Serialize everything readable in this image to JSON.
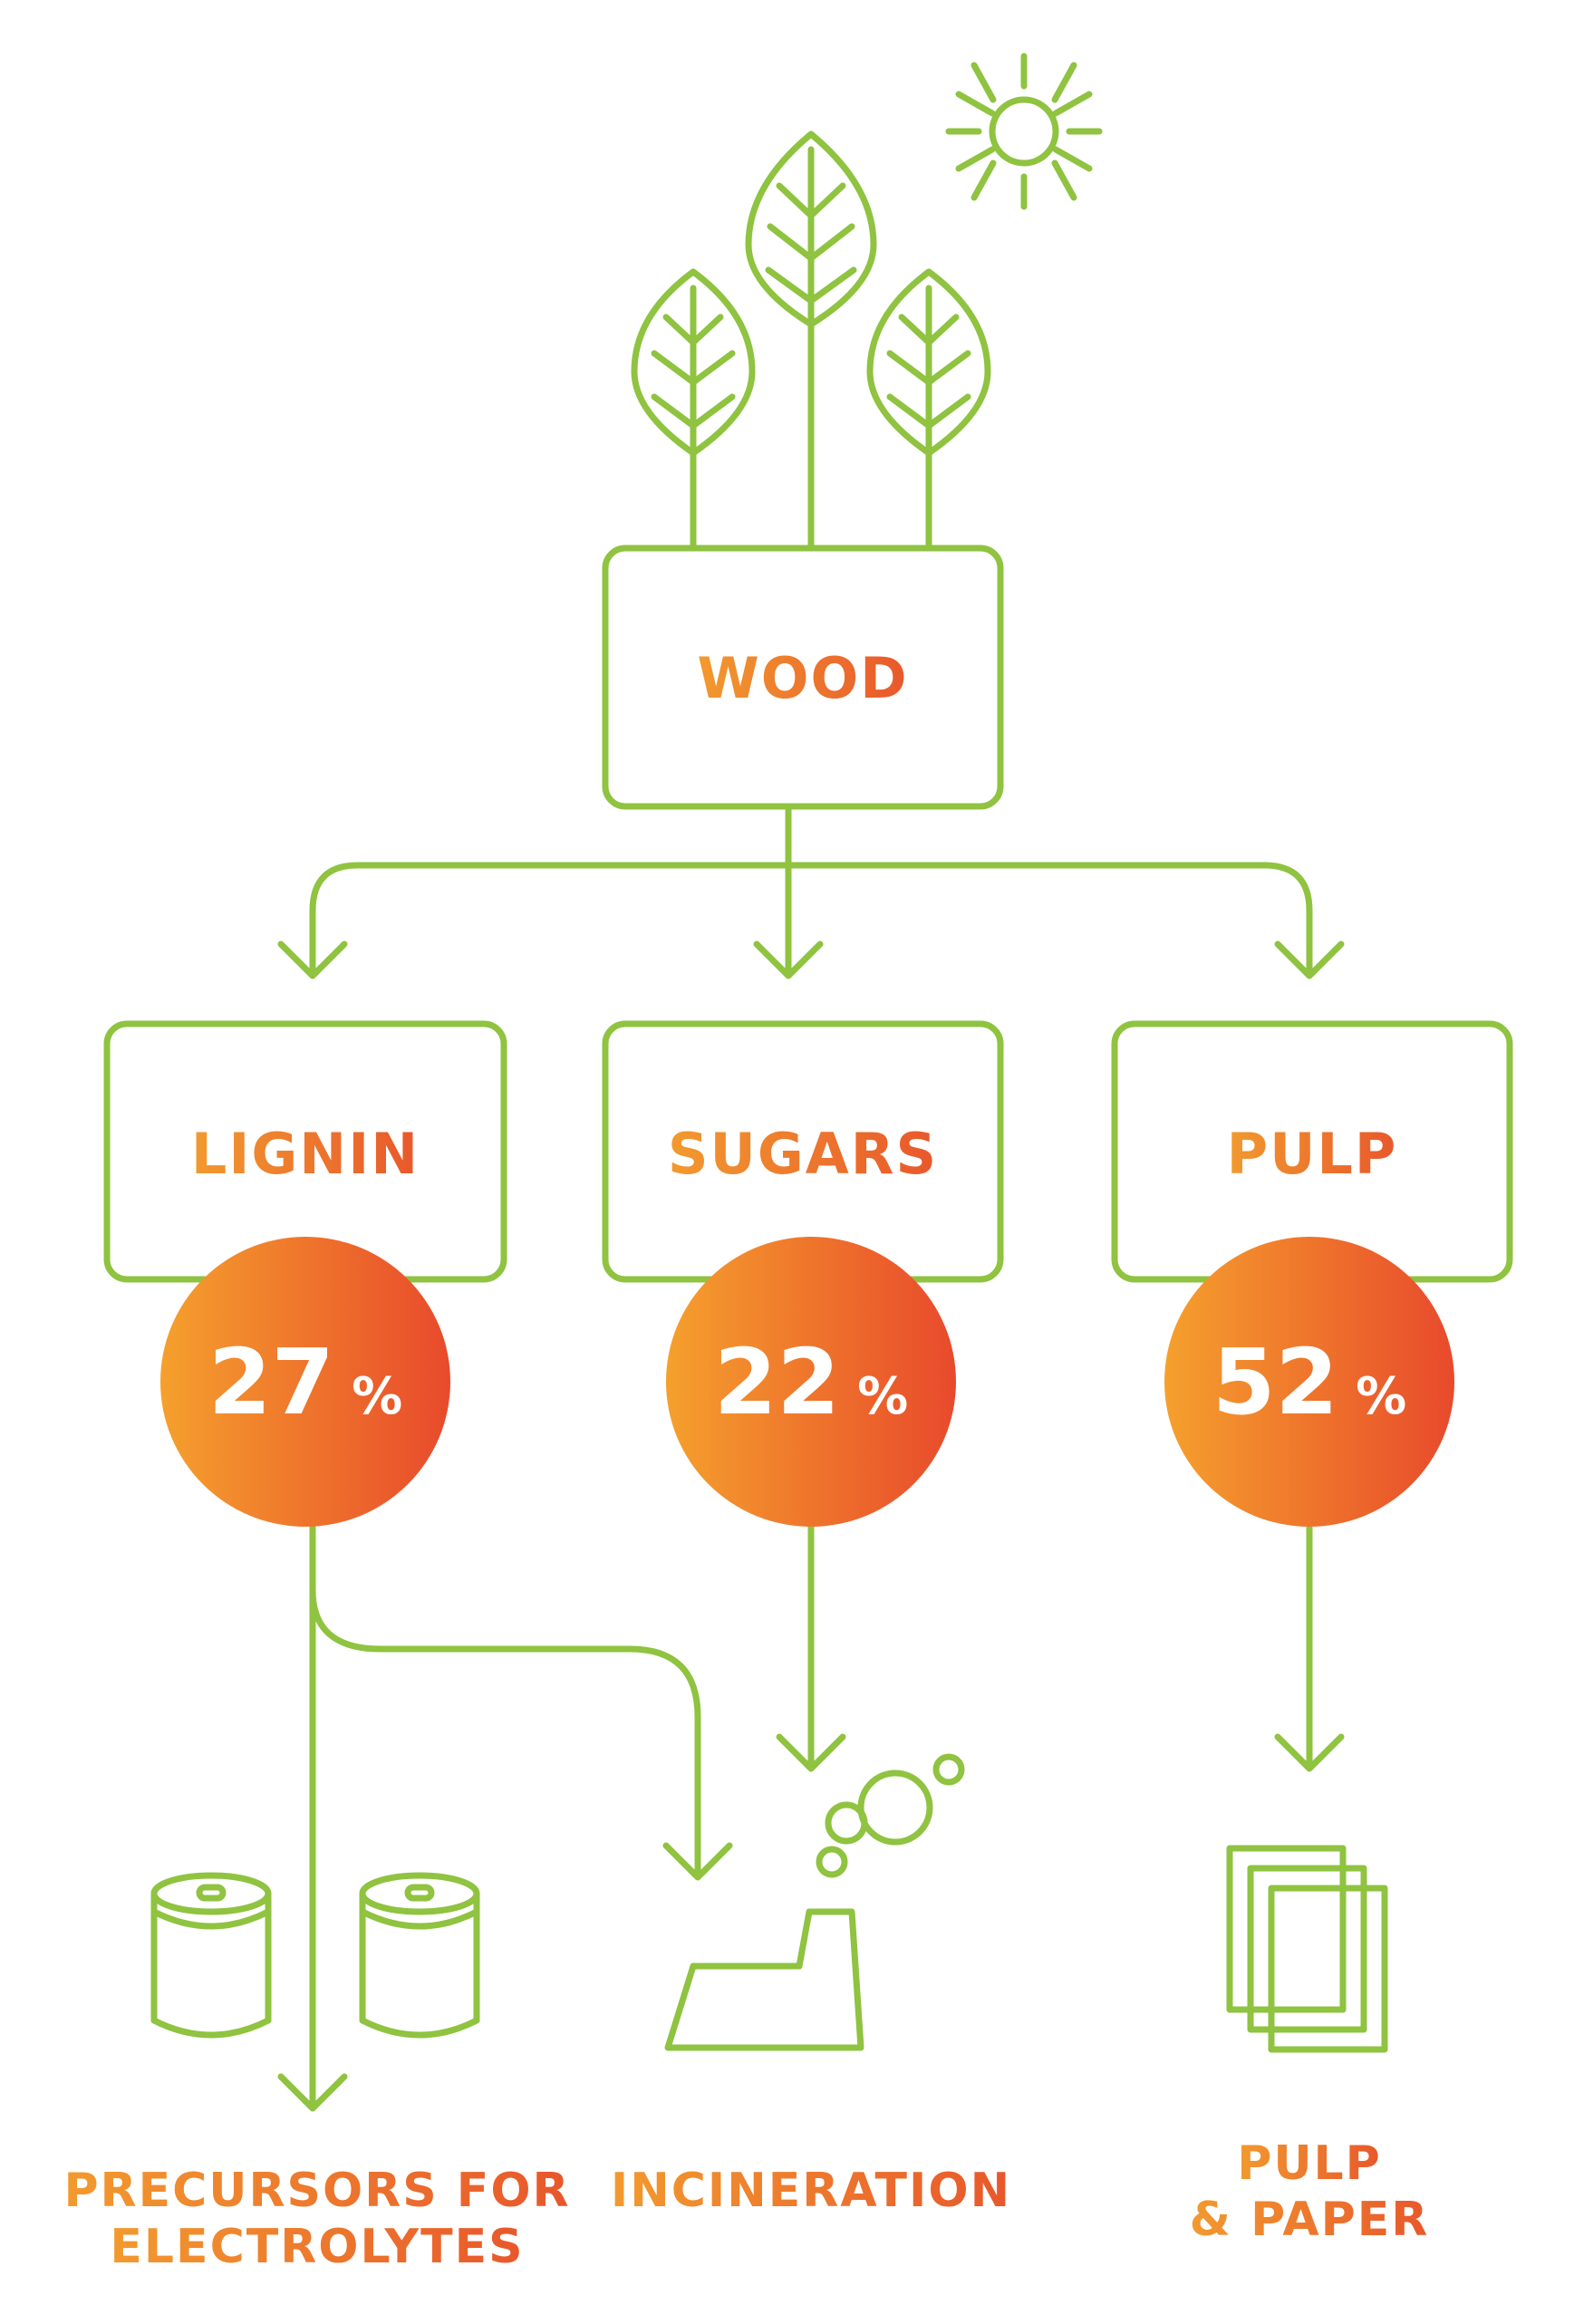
{
  "colors": {
    "line": "#8fc340",
    "text_orange_start": "#f29a2e",
    "text_orange_end": "#e8572c",
    "circle_start": "#f5a02d",
    "circle_end": "#e84a2c"
  },
  "source": {
    "label": "WOOD"
  },
  "fractions": [
    {
      "label": "LIGNIN",
      "percent": "27",
      "unit": "%"
    },
    {
      "label": "SUGARS",
      "percent": "22",
      "unit": "%"
    },
    {
      "label": "PULP",
      "percent": "52",
      "unit": "%"
    }
  ],
  "outputs": [
    {
      "lines": [
        "PRECURSORS FOR",
        "ELECTROLYTES"
      ],
      "icon": "cylinder-cells-icon"
    },
    {
      "lines": [
        "INCINERATION"
      ],
      "icon": "factory-smoke-icon"
    },
    {
      "lines": [
        "PULP",
        "& PAPER"
      ],
      "icon": "paper-stack-icon"
    }
  ],
  "icons": {
    "trees": "leaf-tree-icon",
    "sun": "sun-icon"
  }
}
